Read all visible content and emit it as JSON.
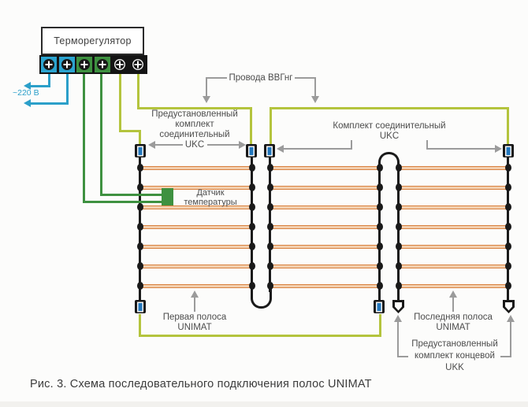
{
  "colors": {
    "power_cyan": "#2b9fc9",
    "sensor_green": "#3e9140",
    "vvg_yellow_green": "#b4c43d",
    "heating_orange": "#d8813f",
    "busbar_black": "#1a1a1a",
    "connector_blue": "#2277bd",
    "annotation_gray": "#9b9b9b"
  },
  "thermostat": {
    "label": "Терморегулятор",
    "terminal_colors": [
      "#2ba3cf",
      "#2ba3cf",
      "#3e9140",
      "#3e9140",
      "#141414",
      "#141414"
    ]
  },
  "power_label": "~220 В",
  "mats": {
    "count": 3,
    "heating_lines_per_mat": 7
  },
  "annotations": {
    "vvg_wires": "Провода ВВГнг",
    "ukc_preinstalled": {
      "line1": "Предустановленный",
      "line2": "комплект",
      "line3": "соединительный",
      "line4": "UKC"
    },
    "ukc_kit": {
      "line1": "Комплект соединительный",
      "line2": "UKC"
    },
    "sensor": {
      "line1": "Датчик",
      "line2": "температуры"
    },
    "first_strip": {
      "line1": "Первая полоса",
      "line2": "UNIMAT"
    },
    "last_strip": {
      "line1": "Последняя полоса",
      "line2": "UNIMAT"
    },
    "ukk_end": {
      "line1": "Предустановленный",
      "line2": "комплект концевой",
      "line3": "UKK"
    }
  },
  "caption": "Рис. 3. Схема последовательного подключения полос UNIMAT"
}
